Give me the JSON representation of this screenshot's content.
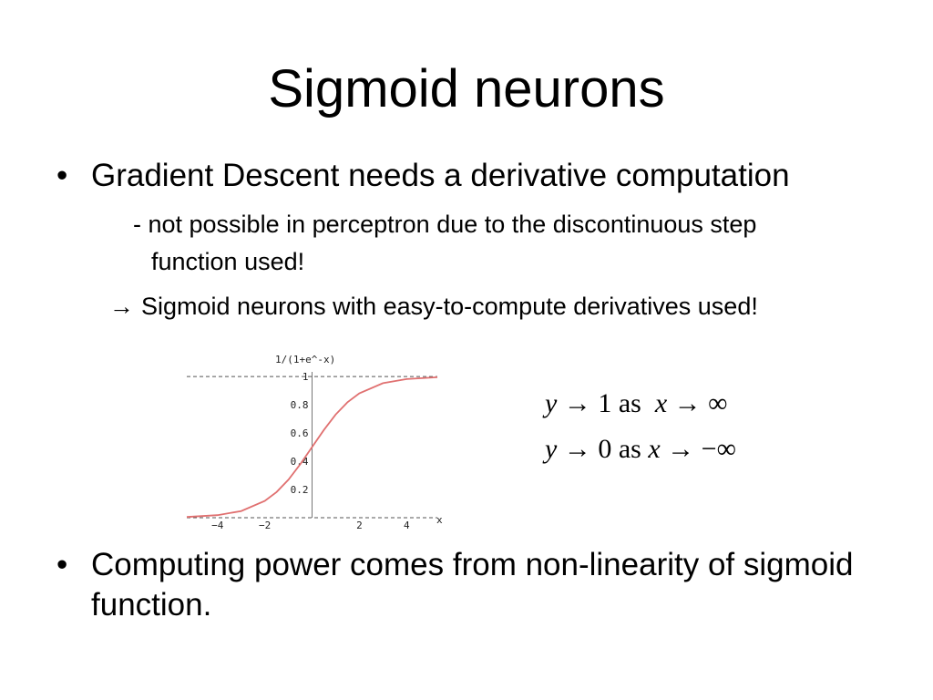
{
  "slide": {
    "title": "Sigmoid neurons",
    "bullets": [
      {
        "symbol": "•",
        "text": "Gradient Descent needs a derivative computation",
        "sub": {
          "line1": "- not possible in perceptron due to the discontinuous step",
          "line2": "function used!"
        },
        "consequence": {
          "arrow": "→",
          "text": "Sigmoid neurons with easy-to-compute derivatives used!"
        }
      },
      {
        "symbol": "•",
        "text": "Computing power comes from non-linearity of sigmoid function."
      }
    ],
    "math": {
      "row1": {
        "y": "y",
        "arrow1": "→",
        "value": "1",
        "as": "as",
        "x": "x",
        "arrow2": "→",
        "limit": "∞"
      },
      "row2": {
        "y": "y",
        "arrow1": "→",
        "value": "0",
        "as": "as",
        "x": "x",
        "arrow2": "→",
        "limit": "−∞"
      }
    }
  },
  "chart_data": {
    "type": "line",
    "title": "1/(1+e^-x)",
    "xlabel": "x",
    "ylabel": "",
    "xlim": [
      -5.3,
      5.3
    ],
    "ylim": [
      0,
      1.02
    ],
    "xticks": [
      -4,
      -2,
      2,
      4
    ],
    "xtick_labels": [
      "−4",
      "−2",
      "2",
      "4"
    ],
    "yticks": [
      0.2,
      0.4,
      0.6,
      0.8,
      1
    ],
    "ytick_labels": [
      "0.2",
      "0.4",
      "0.6",
      "0.8",
      "1"
    ],
    "asymptotes": [
      0,
      1
    ],
    "grid": false,
    "series": [
      {
        "color": "#e07070",
        "x": [
          -5.3,
          -4,
          -3,
          -2,
          -1.5,
          -1,
          -0.5,
          0,
          0.5,
          1,
          1.5,
          2,
          3,
          4,
          5.3
        ],
        "y": [
          0.005,
          0.018,
          0.047,
          0.119,
          0.182,
          0.269,
          0.378,
          0.5,
          0.622,
          0.731,
          0.818,
          0.881,
          0.953,
          0.982,
          0.995
        ]
      }
    ]
  }
}
